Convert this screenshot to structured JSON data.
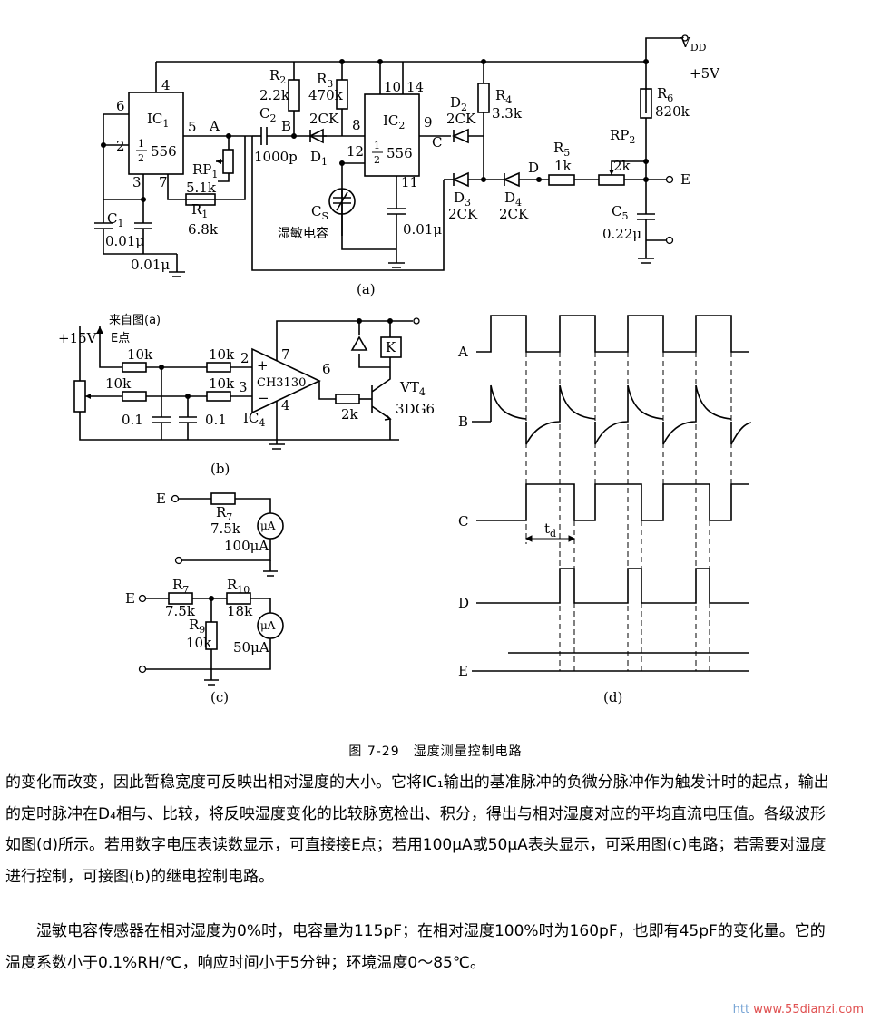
{
  "figure": {
    "caption": "图 7-29　湿度测量控制电路",
    "sub_a": {
      "label": "(a)",
      "vdd": "V",
      "vdd_sub": "DD",
      "supply": "+5V",
      "ic1": "IC",
      "ic1_sub": "1",
      "ic2": "IC",
      "ic2_sub": "2",
      "chip": "556",
      "half": "1",
      "half_den": "2",
      "pins": [
        "4",
        "6",
        "2",
        "3",
        "7",
        "5",
        "10",
        "14",
        "8",
        "12",
        "9",
        "11"
      ],
      "node_a": "A",
      "node_b": "B",
      "node_c": "C",
      "node_d": "D",
      "node_e": "E",
      "r2": "R",
      "r2_sub": "2",
      "r2_val": "2.2k",
      "r3": "R",
      "r3_sub": "3",
      "r3_val": "470k",
      "r4": "R",
      "r4_sub": "4",
      "r4_val": "3.3k",
      "r5": "R",
      "r5_sub": "5",
      "r5_val": "1k",
      "r6": "R",
      "r6_sub": "6",
      "r6_val": "820k",
      "r1": "R",
      "r1_sub": "1",
      "r1_val": "6.8k",
      "rp1": "RP",
      "rp1_sub": "1",
      "rp1_val": "5.1k",
      "rp2": "RP",
      "rp2_sub": "2",
      "rp2_val": "2k",
      "c1": "C",
      "c1_sub": "1",
      "c1_val": "0.01μ",
      "c1b_val": "0.01μ",
      "c2": "C",
      "c2_sub": "2",
      "c2_val": "1000p",
      "c3_val": "0.01μ",
      "c5": "C",
      "c5_sub": "5",
      "c5_val": "0.22μ",
      "cs": "C",
      "cs_sub": "S",
      "cs_label": "湿敏电容",
      "d1": "D",
      "d1_sub": "1",
      "d2": "D",
      "d2_sub": "2",
      "d3": "D",
      "d3_sub": "3",
      "d4": "D",
      "d4_sub": "4",
      "diode_type": "2CK"
    },
    "sub_b": {
      "label": "(b)",
      "from": "来自图(a)",
      "from2": "E点",
      "supply": "+15V",
      "r_10k": "10k",
      "r_2k": "2k",
      "cap": "0.1",
      "opamp": "CH3130",
      "ic4": "IC",
      "ic4_sub": "4",
      "pins": [
        "2",
        "3",
        "7",
        "4",
        "6"
      ],
      "plus": "+",
      "minus": "−",
      "relay": "K",
      "vt": "VT",
      "vt_sub": "4",
      "vt_type": "3DG6"
    },
    "sub_c": {
      "label": "(c)",
      "e": "E",
      "r7": "R",
      "r7_sub": "7",
      "r7_val": "7.5k",
      "r9": "R",
      "r9_sub": "9",
      "r9_val": "10k",
      "r10": "R",
      "r10_sub": "10",
      "r10_val": "18k",
      "meter": "μA",
      "meter1": "100μA",
      "meter2": "50μA"
    },
    "sub_d": {
      "label": "(d)",
      "rows": [
        "A",
        "B",
        "C",
        "D",
        "E"
      ],
      "td": "t",
      "td_sub": "d"
    }
  },
  "paragraph1": "的变化而改变，因此暂稳宽度可反映出相对湿度的大小。它将IC₁输出的基准脉冲的负微分脉冲作为触发计时的起点，输出的定时脉冲在D₄相与、比较，将反映湿度变化的比较脉宽检出、积分，得出与相对湿度对应的平均直流电压值。各级波形如图(d)所示。若用数字电压表读数显示，可直接接E点；若用100μA或50μA表头显示，可采用图(c)电路；若需要对湿度进行控制，可接图(b)的继电控制电路。",
  "paragraph2": "湿敏电容传感器在相对湿度为0%时，电容量为115pF；在相对湿度100%时为160pF，也即有45pF的变化量。它的温度系数小于0.1%RH/℃，响应时间小于5分钟；环境温度0～85℃。",
  "watermark": {
    "a": "htt",
    "b": "www.55dianzi.com"
  }
}
